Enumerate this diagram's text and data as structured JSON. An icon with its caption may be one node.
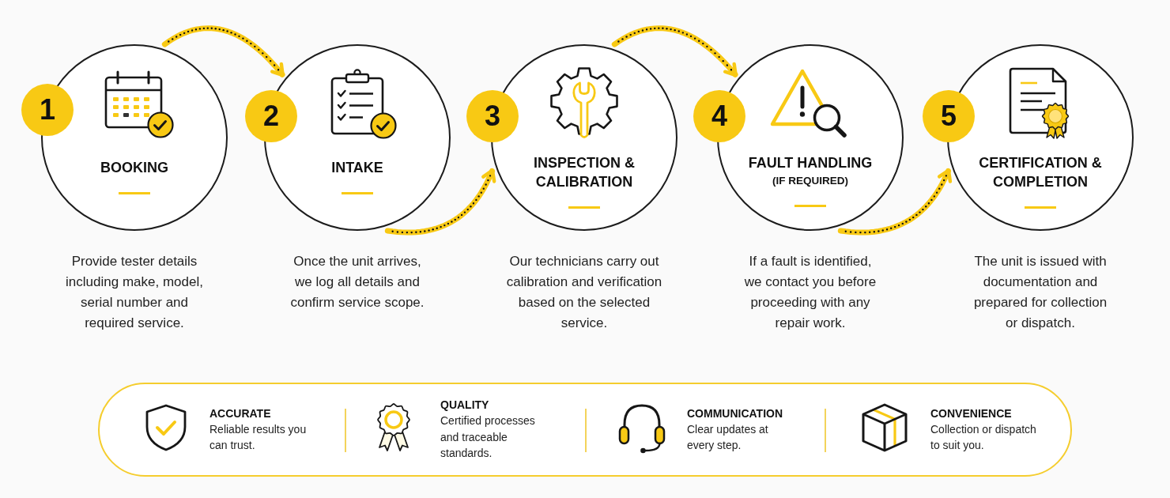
{
  "diagram": {
    "nodes": [
      {
        "text": [
          "1"
        ]
      },
      {
        "text": [
          "BOOKING"
        ],
        "beside": [
          "Provide tester details including make, model, serial number and required service."
        ]
      },
      {
        "text": [
          "2"
        ]
      },
      {
        "text": [
          "INTAKE"
        ],
        "beside": [
          "Once the unit arrives, we log all details and confirm service scope."
        ]
      },
      {
        "text": [
          "3"
        ]
      },
      {
        "text": [
          "INSPECTION & CALIBRATION"
        ],
        "beside": [
          "Our technicians carry out calibration and verification based on the selected service."
        ]
      },
      {
        "text": [
          "4"
        ]
      },
      {
        "text": [
          "FAULT HANDLING",
          "(IF REQUIRED)"
        ],
        "beside": [
          "If a fault is identified, we contact you before proceeding with any repair work."
        ]
      },
      {
        "text": [
          "5"
        ]
      },
      {
        "text": [
          "CERTIFICATION & COMPLETION"
        ],
        "beside": [
          "The unit is issued with documentation and prepared for collection or dispatch."
        ]
      },
      {
        "text": [
          "ACCURATE",
          "Reliable results you can trust.",
          "QUALITY",
          "Certified processes and traceable standards.",
          "COMMUNICATION",
          "Clear updates at every step.",
          "CONVENIENCE",
          "Collection or dispatch to suit you."
        ]
      }
    ],
    "edges": [
      {
        "from": 1,
        "to": 3,
        "arrow": "to"
      },
      {
        "from": 3,
        "to": 5,
        "arrow": "to"
      },
      {
        "from": 5,
        "to": 7,
        "arrow": "to"
      },
      {
        "from": 7,
        "to": 9,
        "arrow": "to"
      }
    ]
  }
}
